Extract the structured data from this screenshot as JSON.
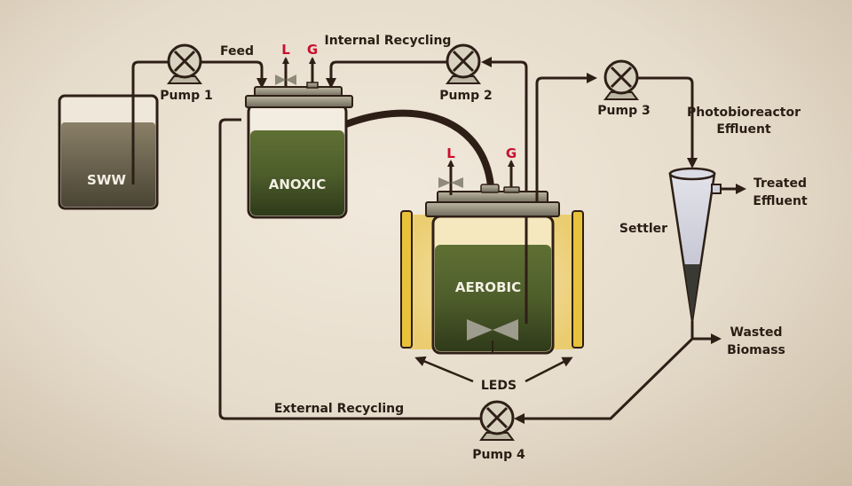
{
  "colors": {
    "pipe": "#2e1f16",
    "liquid_green": "#4a5a28",
    "led": "#e8c23a",
    "label_red": "#c8102e",
    "background": "#ede4d6"
  },
  "tanks": {
    "sww": "SWW",
    "anoxic": "ANOXIC",
    "aerobic": "AEROBIC"
  },
  "pumps": [
    "Pump 1",
    "Pump 2",
    "Pump 3",
    "Pump 4"
  ],
  "flows": {
    "feed": "Feed",
    "internal_recycling": "Internal Recycling",
    "external_recycling": "External Recycling",
    "pbr_effluent_1": "Photobioreactor",
    "pbr_effluent_2": "Effluent",
    "treated_1": "Treated",
    "treated_2": "Effluent",
    "wasted_1": "Wasted",
    "wasted_2": "Biomass"
  },
  "ports": {
    "liquid": "L",
    "gas": "G"
  },
  "settler": "Settler",
  "leds": "LEDS",
  "icons": {
    "pump": "pump-icon",
    "valve": "valve-icon",
    "stirrer": "stirrer-icon"
  }
}
